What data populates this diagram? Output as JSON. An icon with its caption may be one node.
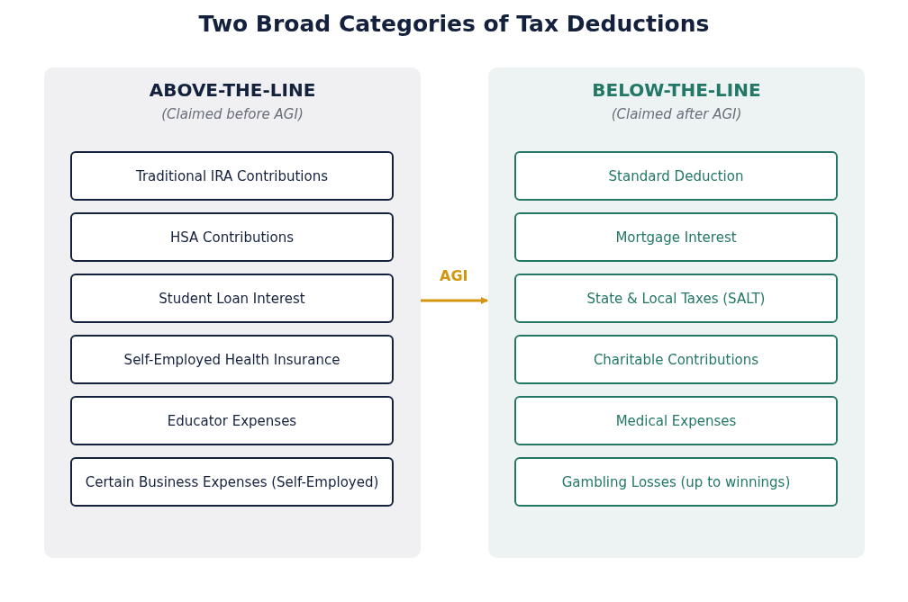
{
  "diagram": {
    "title": "Two Broad Categories of Tax Deductions",
    "nodes": [
      {
        "text": [
          "ABOVE-THE-LINE",
          "(Claimed before AGI)"
        ]
      },
      {
        "text": [
          "Traditional IRA Contributions"
        ],
        "in": 0
      },
      {
        "text": [
          "HSA Contributions"
        ],
        "in": 0
      },
      {
        "text": [
          "Student Loan Interest"
        ],
        "in": 0
      },
      {
        "text": [
          "Self-Employed Health Insurance"
        ],
        "in": 0
      },
      {
        "text": [
          "Educator Expenses"
        ],
        "in": 0
      },
      {
        "text": [
          "Certain Business Expenses (Self-Employed)"
        ],
        "in": 0
      },
      {
        "text": [
          "BELOW-THE-LINE",
          "(Claimed after AGI)"
        ]
      },
      {
        "text": [
          "Standard Deduction"
        ],
        "in": 7
      },
      {
        "text": [
          "Mortgage Interest"
        ],
        "in": 7
      },
      {
        "text": [
          "State & Local Taxes (SALT)"
        ],
        "in": 7
      },
      {
        "text": [
          "Charitable Contributions"
        ],
        "in": 7
      },
      {
        "text": [
          "Medical Expenses"
        ],
        "in": 7
      },
      {
        "text": [
          "Gambling Losses (up to winnings)"
        ],
        "in": 7
      }
    ],
    "edges": [
      {
        "from": 0,
        "to": 7,
        "arrow": "to",
        "label": "AGI"
      }
    ]
  }
}
